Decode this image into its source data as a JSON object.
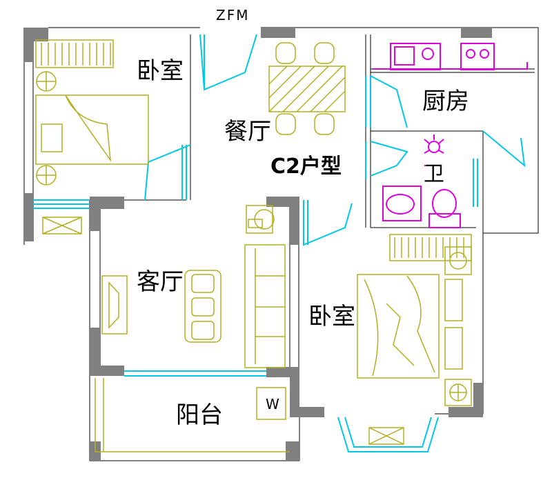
{
  "plan": {
    "code_label": "ZFM",
    "title": "C2户型",
    "rooms": {
      "bedroom_north": "卧室",
      "dining": "餐厅",
      "kitchen": "厨房",
      "bathroom": "卫",
      "living": "客厅",
      "bedroom_south": "卧室",
      "balcony": "阳台"
    },
    "washer_label": "W"
  },
  "colors": {
    "wall": "#808080",
    "window_door": "#00c8e6",
    "furniture": "#b0b020",
    "fixture": "#e000e0"
  }
}
